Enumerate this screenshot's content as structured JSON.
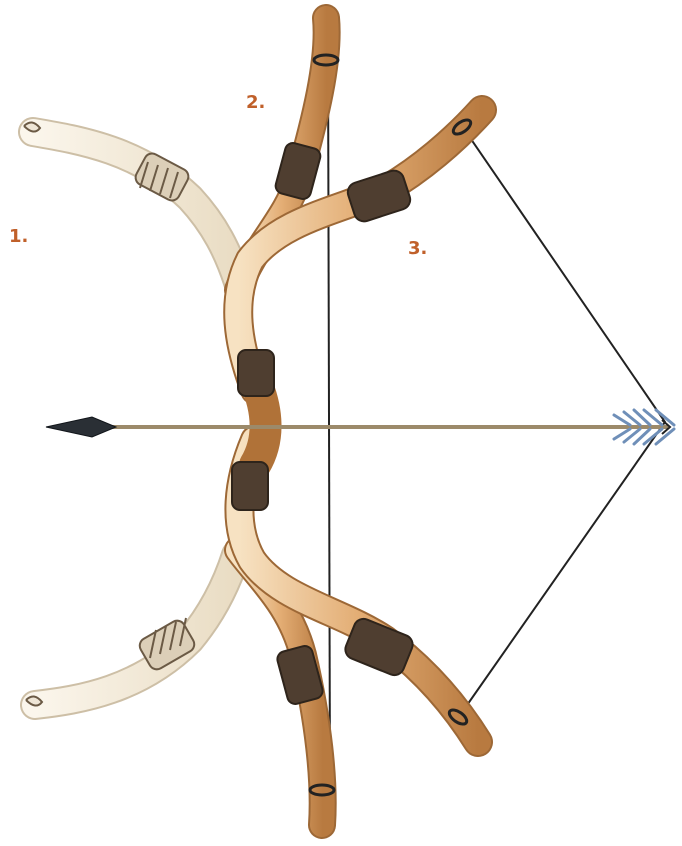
{
  "labels": {
    "unstrung": "1.",
    "strung": "2.",
    "drawn": "3."
  },
  "colors": {
    "label": "#c0602a",
    "pale_wood": "#f3ead9",
    "wood": "#e2b07a",
    "wood_dark": "#a26a38",
    "binding": "#5a4636",
    "string": "#222222",
    "arrow_shaft": "#9c8a6a",
    "arrow_head": "#2a2f35",
    "fletching": "#6f8fb8"
  }
}
